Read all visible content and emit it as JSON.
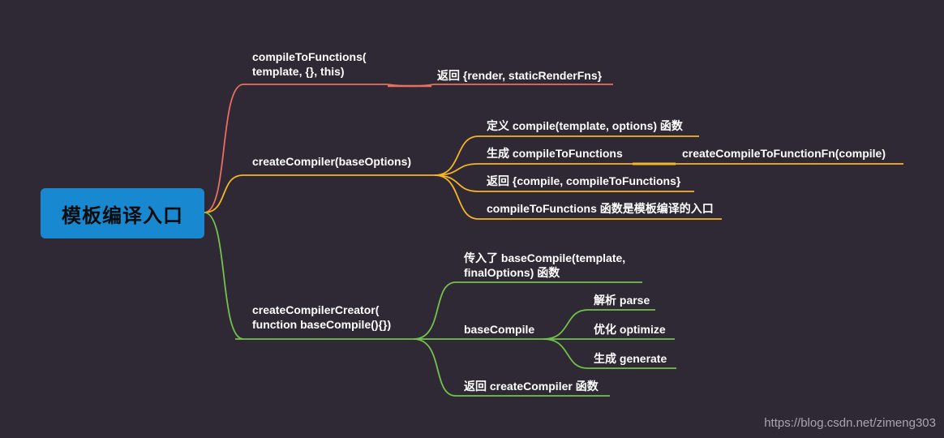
{
  "root": {
    "label": "模板编译入口"
  },
  "colors": {
    "background": "#2f2935",
    "root_box": "#1889d0",
    "branch1": "#e86f5f",
    "branch2": "#f5b524",
    "branch3": "#72c24b"
  },
  "branches": {
    "compile_to_functions": {
      "line1": "compileToFunctions(",
      "line2": "template, {}, this)",
      "children": {
        "returns": "返回 {render, staticRenderFns}"
      }
    },
    "create_compiler": {
      "label": "createCompiler(baseOptions)",
      "children": {
        "define": "定义 compile(template, options) 函数",
        "generate": "生成 compileToFunctions",
        "generate_detail": "createCompileToFunctionFn(compile)",
        "returns": "返回 {compile, compileToFunctions}",
        "entry": "compileToFunctions 函数是模板编译的入口"
      }
    },
    "create_compiler_creator": {
      "line1": "createCompilerCreator(",
      "line2": "function baseCompile(){})",
      "children": {
        "passed_line1": "传入了 baseCompile(template,",
        "passed_line2": "finalOptions) 函数",
        "base_compile": "baseCompile",
        "parse": "解析 parse",
        "optimize": "优化 optimize",
        "generate": "生成 generate",
        "returns": "返回 createCompiler 函数"
      }
    }
  },
  "watermark": "https://blog.csdn.net/zimeng303"
}
